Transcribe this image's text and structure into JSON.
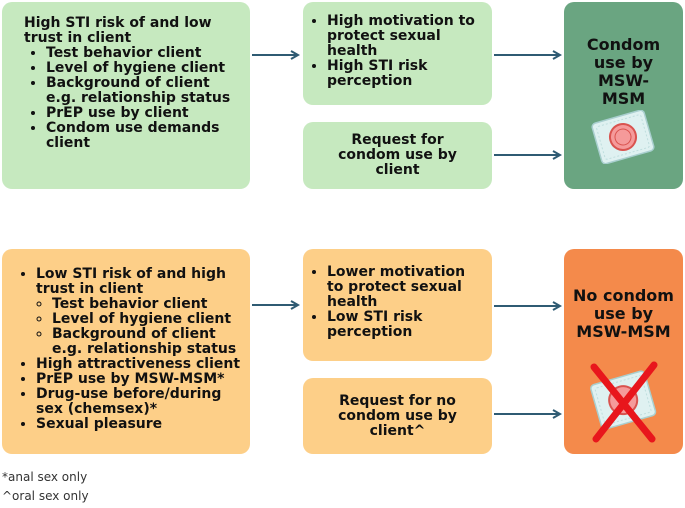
{
  "top": {
    "left_box": {
      "heading": "High STI risk of and low trust in client",
      "items": [
        "Test behavior client",
        "Level of hygiene client",
        "Background of client e.g. relationship status",
        "PrEP use by client",
        "Condom use demands client"
      ]
    },
    "motivation_box": {
      "items": [
        "High motivation to protect sexual health",
        "High STI risk perception"
      ]
    },
    "request_box": {
      "text": "Request for condom use by client"
    },
    "outcome": {
      "text": "Condom use by MSW-MSM",
      "icon": "condom-packet-icon"
    }
  },
  "bottom": {
    "left_box": {
      "items": [
        {
          "text": "Low STI risk of and high trust in client",
          "subitems": [
            "Test behavior client",
            "Level of hygiene client",
            "Background of client e.g. relationship status"
          ]
        },
        {
          "text": "High attractiveness client"
        },
        {
          "text": "PrEP use by MSW-MSM*"
        },
        {
          "text": "Drug-use before/during sex (chemsex)*"
        },
        {
          "text": "Sexual pleasure"
        }
      ]
    },
    "motivation_box": {
      "items": [
        "Lower motivation to protect sexual health",
        "Low STI risk perception"
      ]
    },
    "request_box": {
      "text": "Request for no condom use by client^"
    },
    "outcome": {
      "text": "No condom use by MSW-MSM",
      "icon": "crossed-condom-icon"
    }
  },
  "footnotes": [
    "*anal sex only",
    "^oral sex only"
  ],
  "colors": {
    "green": "#c6e9bf",
    "dark_green": "#6aa581",
    "orange": "#fdcf88",
    "red_orange": "#f48a4b",
    "arrow": "#2f5b73",
    "cross": "#e8161c"
  }
}
